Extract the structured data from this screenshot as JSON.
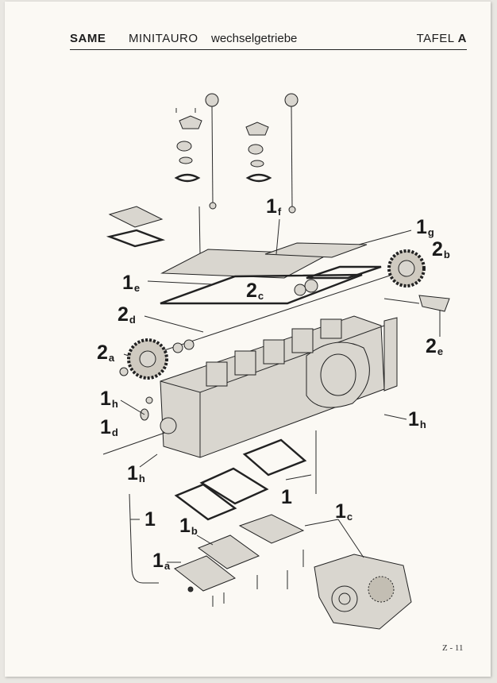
{
  "header": {
    "brand": "SAME",
    "model": "MINITAURO",
    "subtitle": "wechselgetriebe",
    "plate_word": "TAFEL",
    "plate_letter": "A"
  },
  "labels": [
    {
      "main": "1",
      "sub": "f"
    },
    {
      "main": "1",
      "sub": "g"
    },
    {
      "main": "2",
      "sub": "b"
    },
    {
      "main": "1",
      "sub": "e"
    },
    {
      "main": "2",
      "sub": "c"
    },
    {
      "main": "2",
      "sub": "d"
    },
    {
      "main": "2",
      "sub": "a"
    },
    {
      "main": "2",
      "sub": "e"
    },
    {
      "main": "1",
      "sub": "h"
    },
    {
      "main": "1",
      "sub": "d"
    },
    {
      "main": "1",
      "sub": "h"
    },
    {
      "main": "1",
      "sub": "h"
    },
    {
      "main": "1",
      "sub": ""
    },
    {
      "main": "1",
      "sub": ""
    },
    {
      "main": "1",
      "sub": "c"
    },
    {
      "main": "1",
      "sub": "b"
    },
    {
      "main": "1",
      "sub": "a"
    }
  ],
  "footer": {
    "page_number": "Z - 11"
  }
}
